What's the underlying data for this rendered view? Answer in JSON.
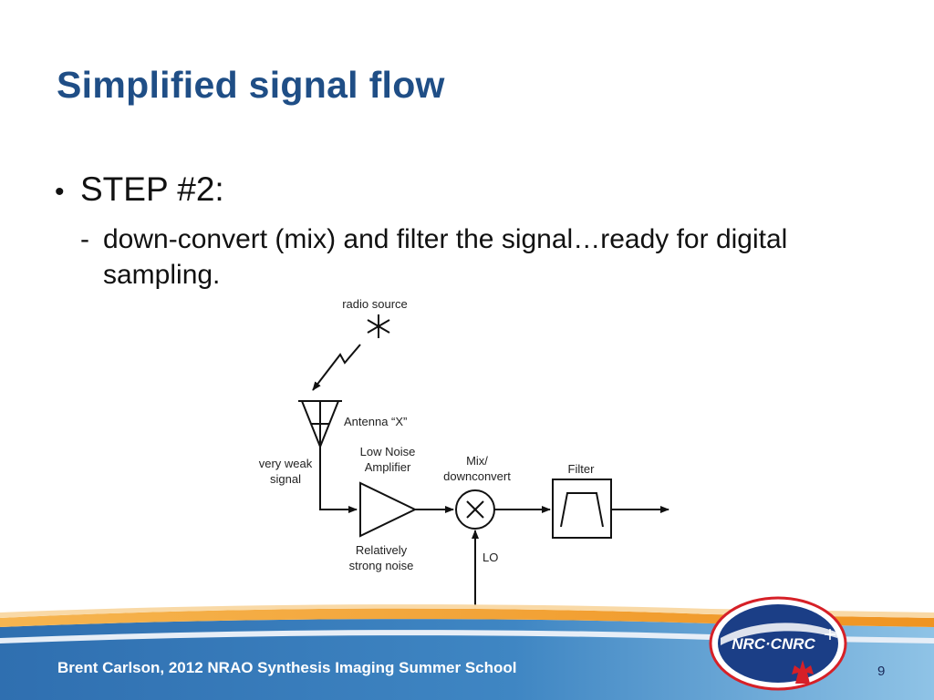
{
  "slide": {
    "title": "Simplified signal flow",
    "bullet": "STEP #2:",
    "bullet_marker": "•",
    "sub_marker": "-",
    "sub_bullet": "down-convert (mix) and filter the signal…ready for digital sampling.",
    "footer": "Brent Carlson, 2012 NRAO Synthesis Imaging Summer School",
    "page_number": "9"
  },
  "diagram": {
    "radio_source": "radio source",
    "antenna": "Antenna “X”",
    "weak_signal_1": "very weak",
    "weak_signal_2": "signal",
    "lna_1": "Low Noise",
    "lna_2": "Amplifier",
    "noise_1": "Relatively",
    "noise_2": "strong noise",
    "mix_1": "Mix/",
    "mix_2": "downconvert",
    "lo": "LO",
    "filter": "Filter"
  },
  "logo": {
    "text": "NRC·CNRC"
  },
  "colors": {
    "title": "#1f4e86",
    "footer_band": "#2f78b5",
    "stripe_orange": "#f2a13a",
    "logo_red": "#d62027",
    "logo_blue": "#1b3e86"
  }
}
